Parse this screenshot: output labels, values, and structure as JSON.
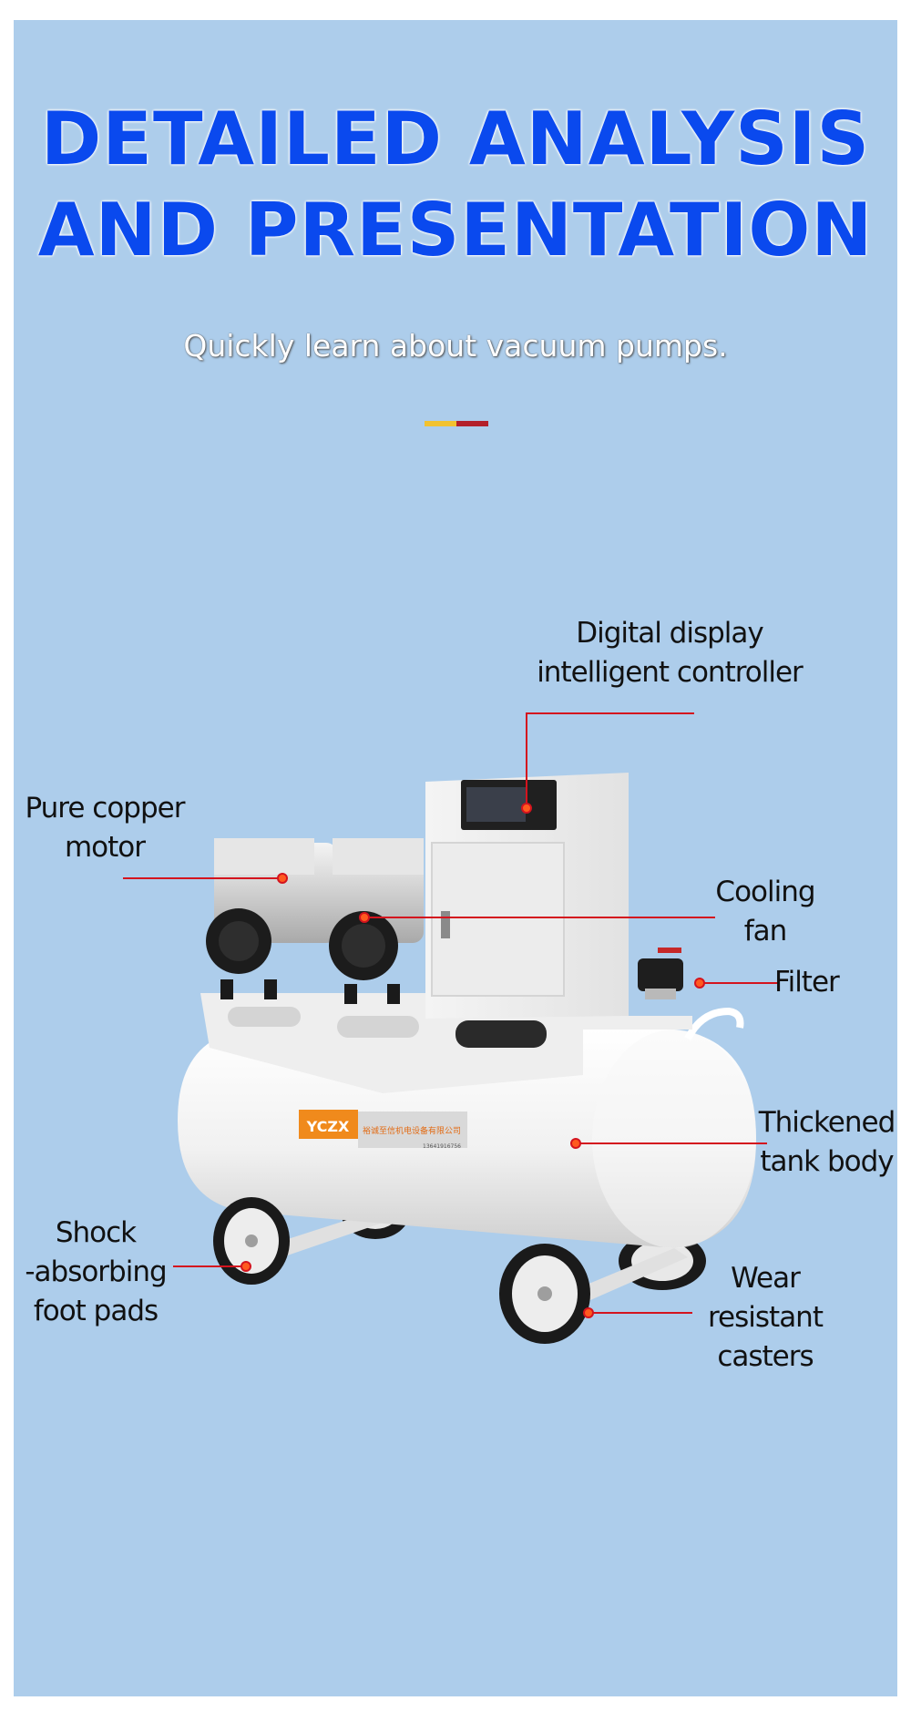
{
  "header": {
    "title_line1": "DETAILED ANALYSIS",
    "title_line2": "AND PRESENTATION",
    "subtitle": "Quickly learn about vacuum pumps."
  },
  "colors": {
    "background": "#adcdeb",
    "title": "#0a49ee",
    "accent_yellow": "#f2c230",
    "accent_red": "#b3202a",
    "callout_line": "#d4141e"
  },
  "product": {
    "brand_plate": "YCZX",
    "plate_text": "裕诚至信机电设备有限公司",
    "plate_phone": "13641916756"
  },
  "callouts": {
    "controller": {
      "line1": "Digital display",
      "line2": "intelligent controller"
    },
    "motor": {
      "line1": "Pure copper",
      "line2": "motor"
    },
    "fan": {
      "line1": "Cooling",
      "line2": "fan"
    },
    "filter": {
      "line1": "Filter"
    },
    "tank": {
      "line1": "Thickened",
      "line2": "tank body"
    },
    "pads": {
      "line1": "Shock",
      "line2": "-absorbing",
      "line3": "foot pads"
    },
    "casters": {
      "line1": "Wear",
      "line2": "resistant",
      "line3": "casters"
    }
  }
}
